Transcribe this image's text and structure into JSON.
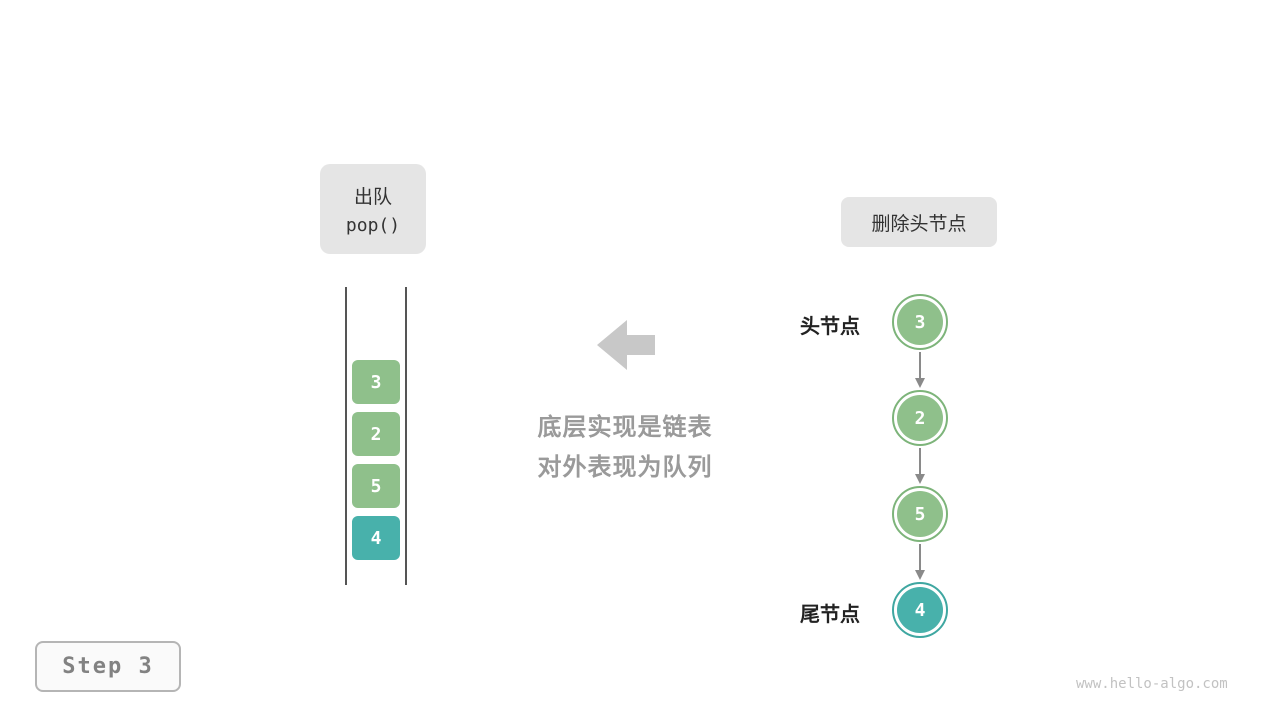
{
  "colors": {
    "green": "#8FC08B",
    "teal": "#48B1AB",
    "label_bg": "#E5E5E5",
    "big_arrow": "#C8C8C8",
    "caption_text": "#9A9A9A",
    "connector": "#8A8A8A"
  },
  "icons": {
    "transform_arrow": "left-arrow",
    "link_arrow": "down-arrow"
  },
  "op_label": {
    "title": "出队",
    "code": "pop()"
  },
  "queue": {
    "items": [
      {
        "value": "3",
        "color": "green"
      },
      {
        "value": "2",
        "color": "green"
      },
      {
        "value": "5",
        "color": "green"
      },
      {
        "value": "4",
        "color": "teal"
      }
    ]
  },
  "caption": {
    "line1": "底层实现是链表",
    "line2": "对外表现为队列"
  },
  "linked_list": {
    "label": "删除头节点",
    "head_label": "头节点",
    "tail_label": "尾节点",
    "nodes": [
      {
        "value": "3",
        "color": "green"
      },
      {
        "value": "2",
        "color": "green"
      },
      {
        "value": "5",
        "color": "green"
      },
      {
        "value": "4",
        "color": "teal"
      }
    ]
  },
  "footer": {
    "step": "Step 3",
    "watermark": "www.hello-algo.com"
  }
}
